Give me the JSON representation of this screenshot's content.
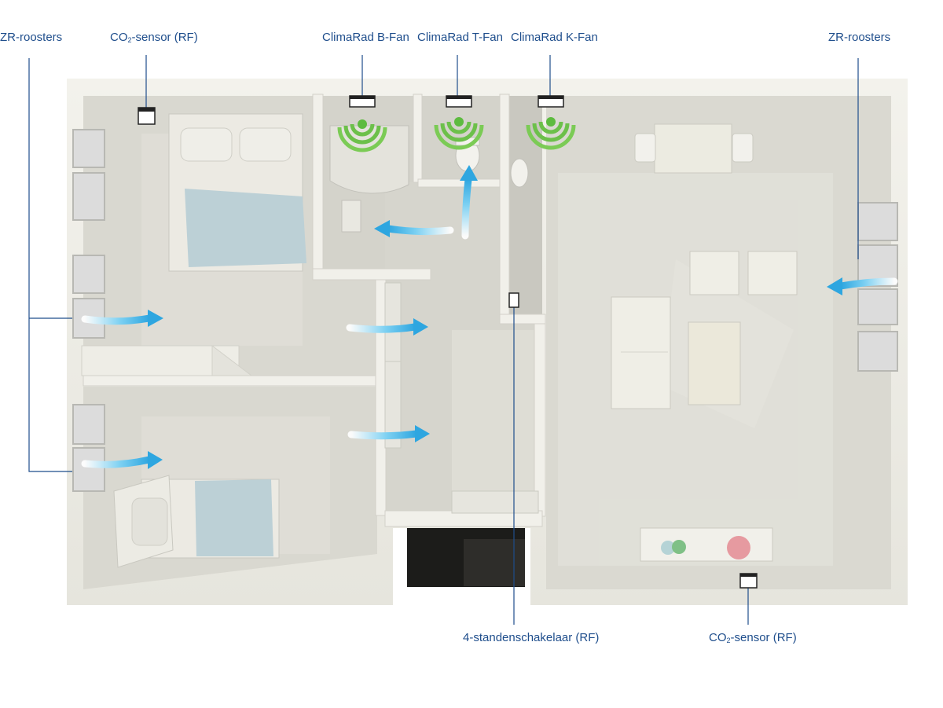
{
  "labels": {
    "zr_left": "ZR-roosters",
    "co2_top_prefix": "CO",
    "co2_top_sub": "2",
    "co2_top_suffix": "-sensor (RF)",
    "fan_b": "ClimaRad B-Fan",
    "fan_t": "ClimaRad T-Fan",
    "fan_k": "ClimaRad K-Fan",
    "zr_right": "ZR-roosters",
    "switch": "4-standenschakelaar (RF)",
    "co2_bottom_prefix": "CO",
    "co2_bottom_sub": "2",
    "co2_bottom_suffix": "-sensor (RF)"
  },
  "colors": {
    "label_text": "#1f4e8c",
    "leader_line": "#1f4e8c",
    "airflow_arrow": "#3ab0e6",
    "fan_signal": "#6cc04a",
    "wall": "#efeee6",
    "floor": "#dcdbd3",
    "bed_linen": "#b9cfd6"
  },
  "icons": {
    "fan": "wireless-fan-icon",
    "airflow": "airflow-arrow-icon",
    "sensor": "co2-sensor-icon",
    "switch": "switch-icon"
  }
}
